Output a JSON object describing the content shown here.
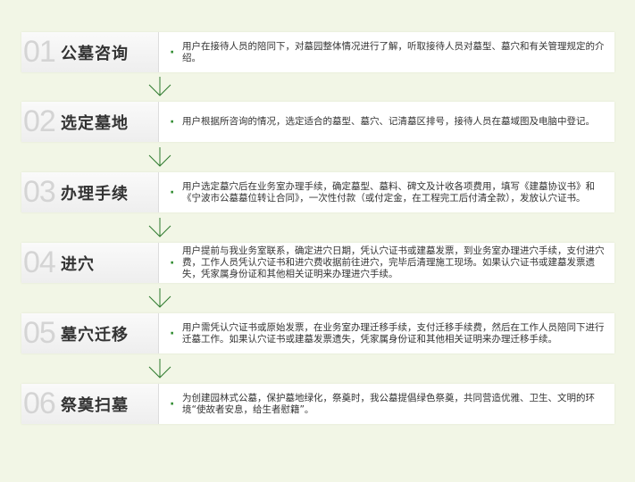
{
  "steps": [
    {
      "num": "01",
      "title": "公墓咨询",
      "desc": "用户在接待人员的陪同下，对墓园整体情况进行了解，听取接待人员对墓型、墓穴和有关管理规定的介绍。"
    },
    {
      "num": "02",
      "title": "选定墓地",
      "desc": "用户根据所咨询的情况，选定适合的墓型、墓穴、记清墓区排号，接待人员在墓域图及电脑中登记。"
    },
    {
      "num": "03",
      "title": "办理手续",
      "desc": "用户选定墓穴后在业务室办理手续，确定墓型、墓料、碑文及计收各项费用，填写《建墓协议书》和《宁波市公墓墓位转让合同》，一次性付款（或付定金，在工程完工后付清全款），发放认穴证书。"
    },
    {
      "num": "04",
      "title": "进穴",
      "desc": "用户提前与我业务室联系，确定进穴日期，凭认穴证书或建墓发票，到业务室办理进穴手续，支付进穴费，工作人员凭认穴证书和进穴费收据前往进穴，完毕后清理施工现场。如果认穴证书或建墓发票遗失，凭家属身份证和其他相关证明来办理进穴手续。"
    },
    {
      "num": "05",
      "title": "墓穴迁移",
      "desc": "用户需凭认穴证书或原始发票，在业务室办理迁移手续，支付迁移手续费，然后在工作人员陪同下进行迁墓工作。如果认穴证书或建墓发票遗失，凭家属身份证和其他相关证明来办理迁移手续。"
    },
    {
      "num": "06",
      "title": "祭奠扫墓",
      "desc": "为创建园林式公墓，保护墓地绿化，祭奠时，我公墓提倡绿色祭奠，共同营造优雅、卫生、文明的环境“使故者安息，给生者慰籍”。"
    }
  ],
  "colors": {
    "arrow": "#2d7a2d",
    "background": "#f2f6e6"
  }
}
